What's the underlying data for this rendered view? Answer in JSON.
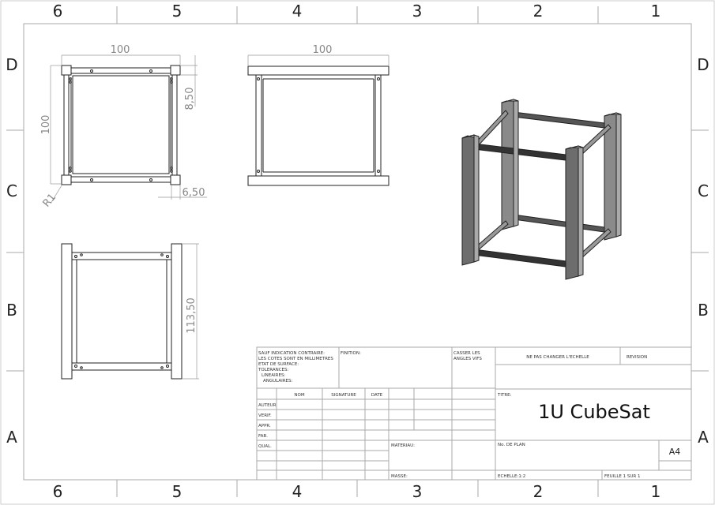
{
  "zones": {
    "columns": [
      "6",
      "5",
      "4",
      "3",
      "2",
      "1"
    ],
    "rows": [
      "D",
      "C",
      "B",
      "A"
    ]
  },
  "dimensions": {
    "top_width": "100",
    "top_height": "100",
    "corner_offset": "8,50",
    "corner_width": "6,50",
    "radius": "R1",
    "front_width": "100",
    "side_height": "113,50"
  },
  "title_block": {
    "general_notes": [
      "SAUF INDICATION CONTRAIRE:",
      "LES COTES SONT EN MILLIMETRES",
      "ETAT DE SURFACE:",
      "TOLERANCES:",
      "LINEAIRES:",
      "ANGULAIRES:"
    ],
    "finition": "FINITION:",
    "casser": [
      "CASSER LES",
      "ANGLES VIFS"
    ],
    "ne_pas_changer": "NE PAS CHANGER L'ECHELLE",
    "revision": "REVISION",
    "headers": {
      "nom": "NOM",
      "signature": "SIGNATURE",
      "date": "DATE"
    },
    "row_labels": [
      "AUTEUR",
      "VERIF.",
      "APPR.",
      "FAB.",
      "QUAL."
    ],
    "materiau": "MATERIAU:",
    "masse": "MASSE:",
    "titre_label": "TITRE:",
    "title": "1U CubeSat",
    "no_plan": "No. DE PLAN",
    "format": "A4",
    "echelle": "ECHELLE:1:2",
    "feuille": "FEUILLE 1 SUR 1"
  }
}
